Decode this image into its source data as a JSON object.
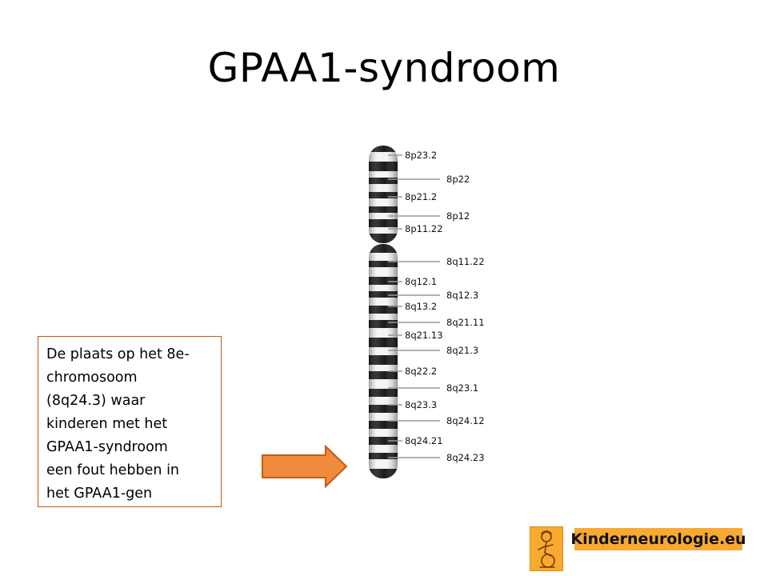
{
  "slide": {
    "title": "GPAA1-syndroom",
    "caption": "De plaats op het 8e-chromosoom (8q24.3) waar kinderen met het GPAA1-syndroom een fout hebben in het GPAA1-gen",
    "caption_lines": [
      "De plaats op het 8e-",
      "chromosoom",
      "(8q24.3) waar",
      "kinderen met het",
      "GPAA1-syndroom",
      "een fout hebben in",
      "het GPAA1-gen"
    ],
    "logo_text": "Kinderneurologie.eu"
  },
  "colors": {
    "arrow_fill": "#f08a3c",
    "arrow_stroke": "#c55a11",
    "caption_border": "#c55a11",
    "logo_bg": "#f7aa30",
    "band_dark": "#1a1a1a",
    "band_light": "#f4f4f4"
  },
  "icons": {
    "arrow": "right-arrow-icon",
    "logo": "child-figure-logo-icon"
  },
  "chromosome": {
    "name": "8",
    "labels": [
      {
        "text": "8p23.2",
        "side": "left"
      },
      {
        "text": "8p22",
        "side": "right"
      },
      {
        "text": "8p21.2",
        "side": "left"
      },
      {
        "text": "8p12",
        "side": "right"
      },
      {
        "text": "8p11.22",
        "side": "left"
      },
      {
        "text": "8q11.22",
        "side": "right"
      },
      {
        "text": "8q12.1",
        "side": "left"
      },
      {
        "text": "8q12.3",
        "side": "right"
      },
      {
        "text": "8q13.2",
        "side": "left"
      },
      {
        "text": "8q21.11",
        "side": "right"
      },
      {
        "text": "8q21.13",
        "side": "left"
      },
      {
        "text": "8q21.3",
        "side": "right"
      },
      {
        "text": "8q22.2",
        "side": "left"
      },
      {
        "text": "8q23.1",
        "side": "right"
      },
      {
        "text": "8q23.3",
        "side": "left"
      },
      {
        "text": "8q24.12",
        "side": "right"
      },
      {
        "text": "8q24.21",
        "side": "left"
      },
      {
        "text": "8q24.23",
        "side": "right"
      }
    ]
  }
}
